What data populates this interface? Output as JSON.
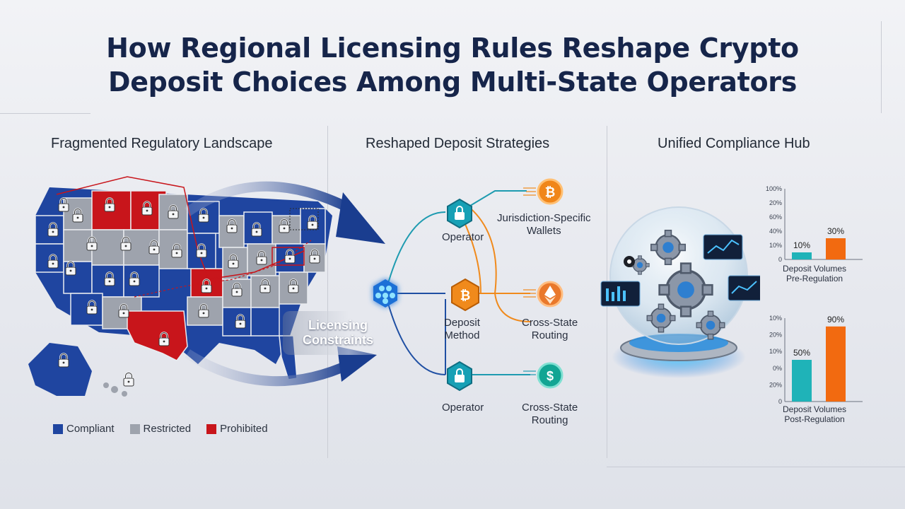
{
  "title": {
    "line1": "How Regional Licensing Rules Reshape Crypto",
    "line2": "Deposit Choices Among Multi-State Operators"
  },
  "sections": {
    "left": "Fragmented Regulatory Landscape",
    "middle": "Reshaped Deposit Strategies",
    "right": "Unified Compliance Hub"
  },
  "map": {
    "colors": {
      "compliant": "#1f45a0",
      "restricted": "#9ea3ad",
      "prohibited": "#c8151b"
    },
    "legend": [
      {
        "label": "Compliant",
        "color": "#1f45a0"
      },
      {
        "label": "Restricted",
        "color": "#9ea3ad"
      },
      {
        "label": "Prohibited",
        "color": "#c8151b"
      }
    ]
  },
  "constraints": {
    "line1": "Licensing",
    "line2": "Constraints"
  },
  "flow": {
    "nodes": [
      {
        "label": "Operator",
        "icon": "lock-icon"
      },
      {
        "label_line1": "Deposit",
        "label_line2": "Method",
        "icon": "bitcoin-icon"
      },
      {
        "label": "Operator",
        "icon": "lock-icon"
      }
    ],
    "outcomes": [
      {
        "line1": "Jurisdiction-Specific",
        "line2": "Wallets",
        "icon": "bitcoin-icon"
      },
      {
        "line1": "Cross-State",
        "line2": "Routing",
        "icon": "ethereum-icon"
      },
      {
        "line1": "Cross-State",
        "line2": "Routing",
        "icon": "dollar-icon"
      }
    ],
    "colors": {
      "teal": "#1e9bb0",
      "orange": "#f08a1c",
      "blue": "#1f4fa3"
    }
  },
  "chart_data": [
    {
      "type": "bar",
      "caption_line1": "Deposit Volumes",
      "caption_line2": "Pre-Regulation",
      "y_ticks": [
        "100%",
        "20%",
        "60%",
        "40%",
        "10%",
        "0"
      ],
      "values": [
        10,
        30
      ],
      "value_labels": [
        "10%",
        "30%"
      ],
      "colors": [
        "#1fb3b8",
        "#f26a10"
      ]
    },
    {
      "type": "bar",
      "caption_line1": "Deposit Volumes",
      "caption_line2": "Post-Regulation",
      "y_ticks": [
        "10%",
        "20%",
        "10%",
        "0%",
        "20%",
        "0"
      ],
      "values": [
        50,
        90
      ],
      "value_labels": [
        "50%",
        "90%"
      ],
      "colors": [
        "#1fb3b8",
        "#f26a10"
      ]
    }
  ]
}
